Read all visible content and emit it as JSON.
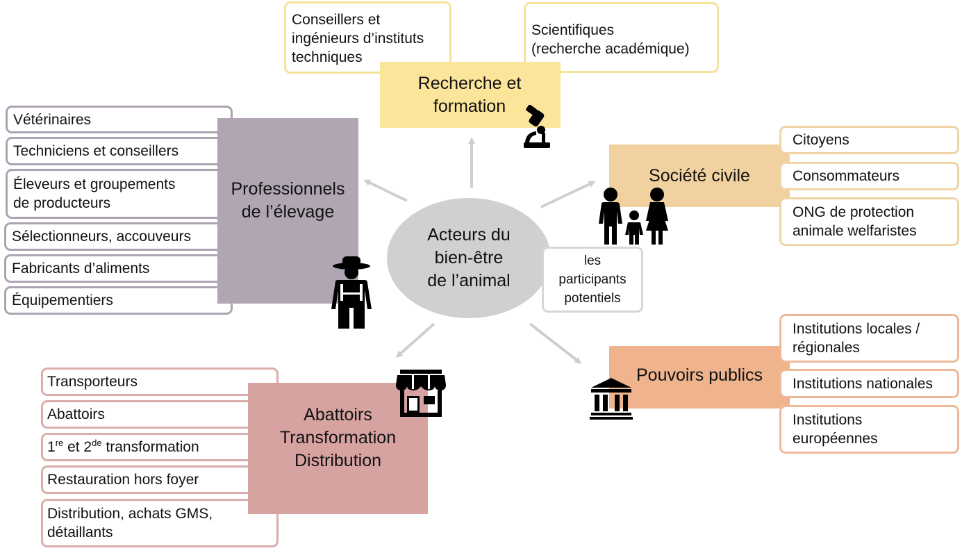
{
  "center": {
    "lines": [
      "Acteurs du",
      "bien-être",
      "de l’animal"
    ]
  },
  "note": {
    "lines": [
      "les",
      "participants",
      "potentiels"
    ]
  },
  "recherche": {
    "title_lines": [
      "Recherche et",
      "formation"
    ],
    "items": [
      {
        "lines": [
          "Conseillers et",
          "ingénieurs d’instituts",
          "techniques"
        ]
      },
      {
        "lines": [
          "Scientifiques",
          "(recherche académique)"
        ]
      }
    ],
    "icon": "microscope-icon",
    "color": "#fbe59a"
  },
  "professionnels": {
    "title_lines": [
      "Professionnels",
      "de l’élevage"
    ],
    "items": [
      {
        "lines": [
          "Vétérinaires"
        ]
      },
      {
        "lines": [
          "Techniciens et conseillers"
        ]
      },
      {
        "lines": [
          "Éleveurs et groupements",
          "de producteurs"
        ]
      },
      {
        "lines": [
          "Sélectionneurs, accouveurs"
        ]
      },
      {
        "lines": [
          "Fabricants d’aliments"
        ]
      },
      {
        "lines": [
          "Équipementiers"
        ]
      }
    ],
    "icon": "farmer-icon",
    "color": "#b0a5b3"
  },
  "societe": {
    "title_lines": [
      "Société civile"
    ],
    "items": [
      {
        "lines": [
          "Citoyens"
        ]
      },
      {
        "lines": [
          "Consommateurs"
        ]
      },
      {
        "lines": [
          "ONG de protection",
          "animale welfaristes"
        ]
      }
    ],
    "icon": "family-icon",
    "color": "#f0d19f"
  },
  "pouvoirs": {
    "title_lines": [
      "Pouvoirs publics"
    ],
    "items": [
      {
        "lines": [
          "Institutions locales /",
          "régionales"
        ]
      },
      {
        "lines": [
          "Institutions nationales"
        ]
      },
      {
        "lines": [
          "Institutions",
          "européennes"
        ]
      }
    ],
    "icon": "government-building-icon",
    "color": "#efb48d"
  },
  "abattoirs": {
    "title_lines": [
      "Abattoirs",
      "Transformation",
      "Distribution"
    ],
    "items": [
      {
        "lines": [
          "Transporteurs"
        ]
      },
      {
        "lines": [
          "Abattoirs"
        ]
      },
      {
        "parts": [
          "1",
          "re",
          " et 2",
          "de",
          " transformation"
        ]
      },
      {
        "lines": [
          "Restauration hors foyer"
        ]
      },
      {
        "lines": [
          "Distribution, achats GMS,",
          "détaillants"
        ]
      }
    ],
    "icon": "store-icon",
    "color": "#d6a3a0"
  },
  "colors": {
    "arrow": "#cfcfcf",
    "center_fill": "#d0d0d0"
  }
}
